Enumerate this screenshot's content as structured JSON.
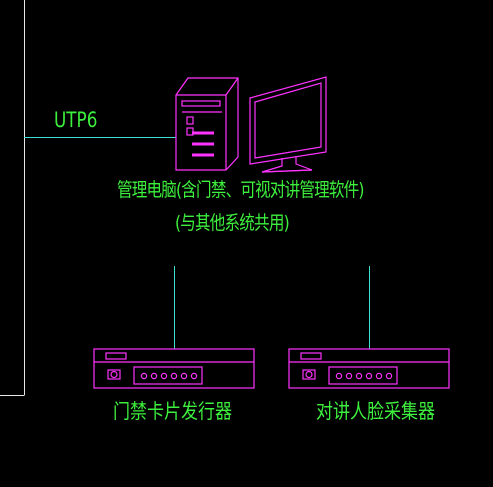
{
  "colors": {
    "background": "#000000",
    "wire": "#40e0d0",
    "device": "#ff33ff",
    "text": "#3ef03e",
    "frame": "#e8e8e8"
  },
  "labels": {
    "cable": "UTP6",
    "management_pc_line1": "管理电脑(含门禁、可视对讲管理软件)",
    "management_pc_line2": "(与其他系统共用)",
    "device_left": "门禁卡片发行器",
    "device_right": "对讲人脸采集器"
  },
  "icons": {
    "pc_tower": "computer-tower-icon",
    "monitor": "monitor-icon",
    "device_box": "card-reader-device-icon"
  }
}
